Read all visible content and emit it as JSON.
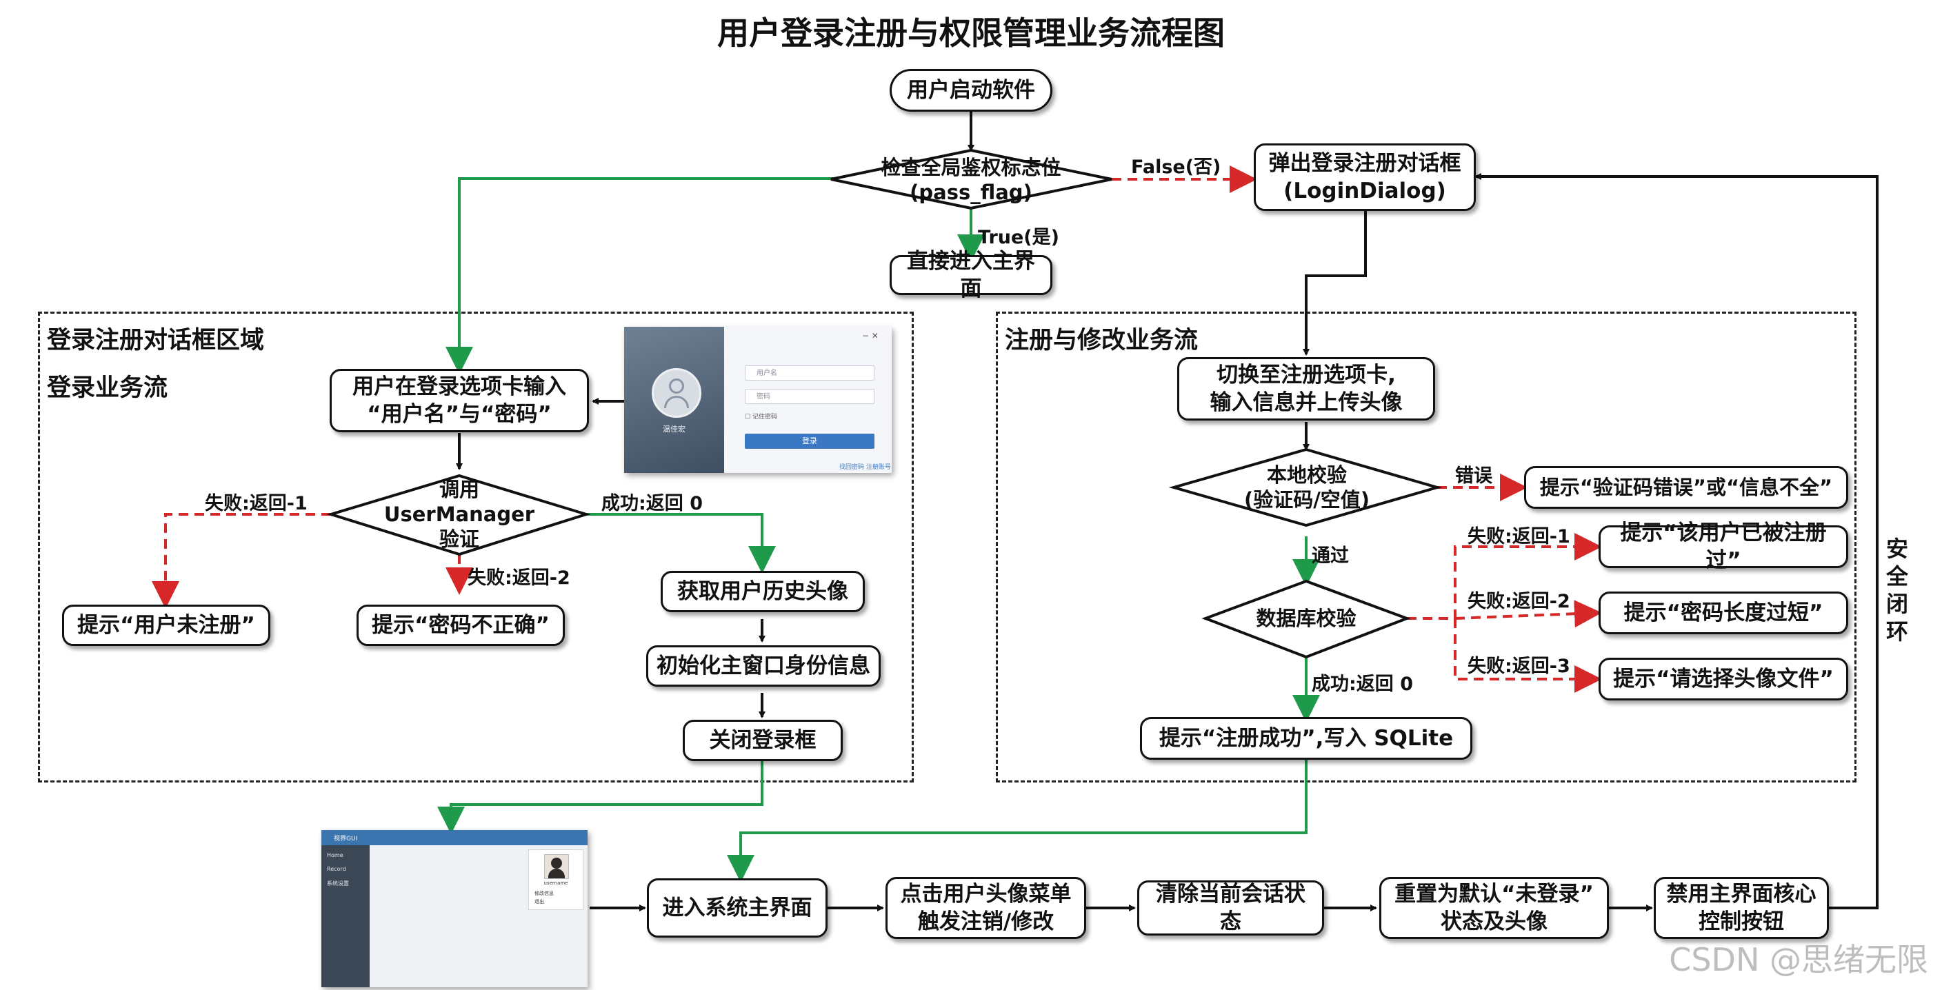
{
  "title": "用户登录注册与权限管理业务流程图",
  "regions": {
    "login": {
      "title": "登录注册对话框区域",
      "subtitle": "登录业务流"
    },
    "register": {
      "title": "注册与修改业务流"
    }
  },
  "nodes": {
    "start": "用户启动软件",
    "check": [
      "检查全局鉴权标志位",
      "(pass_flag)"
    ],
    "direct_main": "直接进入主界面",
    "popup": [
      "弹出登录注册对话框",
      "(LoginDialog)"
    ],
    "input": [
      "用户在登录选项卡输入",
      "“用户名”与“密码”"
    ],
    "verify": [
      "调用 UserManager",
      "验证"
    ],
    "not_registered": "提示“用户未注册”",
    "wrong_password": "提示“密码不正确”",
    "get_avatar": "获取用户历史头像",
    "init_identity": "初始化主窗口身份信息",
    "close_login": "关闭登录框",
    "switch_tab": [
      "切换至注册选项卡,",
      "输入信息并上传头像"
    ],
    "local_check": [
      "本地校验",
      "(验证码/空值)"
    ],
    "captcha_error": "提示“验证码错误”或“信息不全”",
    "db_check": "数据库校验",
    "already_registered": "提示“该用户已被注册过”",
    "pwd_short": "提示“密码长度过短”",
    "choose_avatar": "提示“请选择头像文件”",
    "register_ok": "提示“注册成功”,写入 SQLite",
    "enter_main": "进入系统主界面",
    "click_avatar": [
      "点击用户头像菜单",
      "触发注销/修改"
    ],
    "clear_session": "清除当前会话状态",
    "reset_default": [
      "重置为默认“未登录”",
      "状态及头像"
    ],
    "disable_buttons": [
      "禁用主界面核心",
      "控制按钮"
    ]
  },
  "labels": {
    "false": "False(否)",
    "true": "True(是)",
    "fail1": "失败:返回-1",
    "fail2": "失败:返回-2",
    "success0": "成功:返回 0",
    "error": "错误",
    "pass": "通过",
    "reg_fail1": "失败:返回-1",
    "reg_fail2": "失败:返回-2",
    "reg_fail3": "失败:返回-3",
    "reg_success0": "成功:返回 0",
    "loop": "安全闭环"
  },
  "login_dialog": {
    "user_name": "温佳宏",
    "username_placeholder": "用户名",
    "password_placeholder": "密码",
    "remember": "记住密码",
    "login_button": "登录",
    "footer": "找回密码  注册账号"
  },
  "main_window": {
    "app_name": "视界GUI",
    "menu": [
      "Home",
      "Record",
      "系统设置"
    ],
    "card_user": "username",
    "card_items": [
      "修改信息",
      "退出"
    ]
  },
  "colors": {
    "green": "#1e9a4a",
    "red": "#d62828",
    "black": "#111111"
  },
  "watermark": "CSDN @思绪无限"
}
